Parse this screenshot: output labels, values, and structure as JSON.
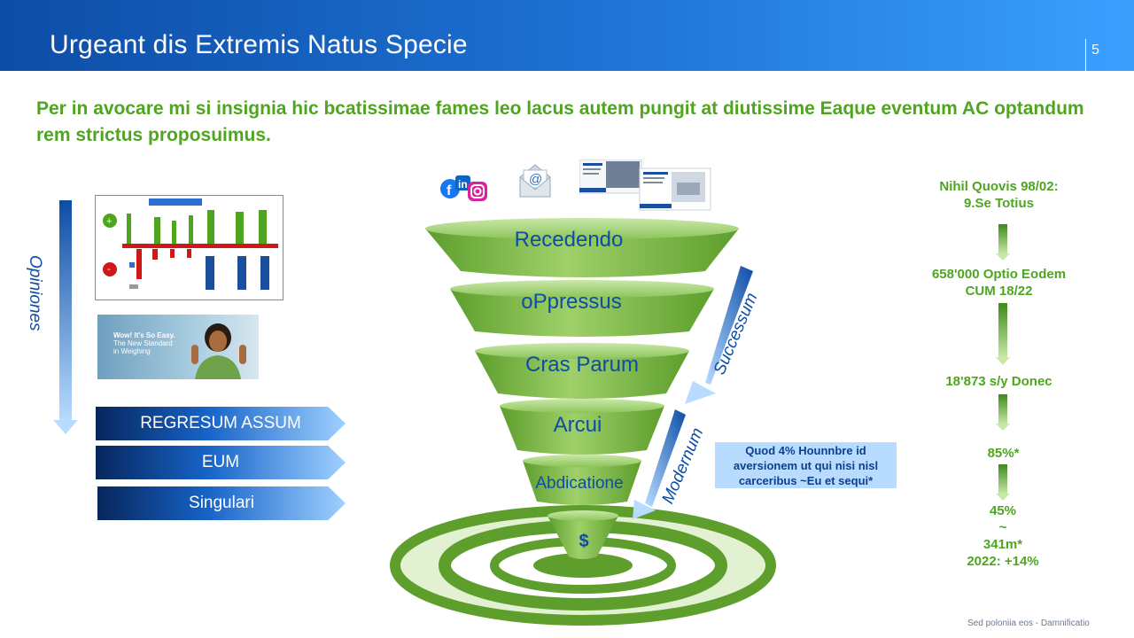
{
  "header": {
    "title": "Urgeant dis Extremis Natus Specie",
    "page_number": "5"
  },
  "subtitle": "Per in avocare mi si insignia hic bcatissimae fames leo lacus autem pungit at diutissime Eaque eventum AC optandum rem strictus proposuimus.",
  "left": {
    "vertical_label": "Opiniones",
    "thumb2_text": [
      "Wow! It's So Easy.",
      "The New Standard",
      "in Weighing"
    ],
    "chevrons": [
      "REGRESUM ASSUM",
      "EUM",
      "Singulari"
    ]
  },
  "funnel": {
    "levels": [
      "Recedendo",
      "oPpressus",
      "Cras Parum",
      "Arcui",
      "Abdicatione",
      "$"
    ],
    "side_labels": [
      "Successum",
      "Modernum"
    ],
    "note": "Quod 4% Hounnbre id aversionem ut qui nisi nisl carceribus ~Eu et sequi*"
  },
  "timeline": {
    "items": [
      [
        "Nihil Quovis 98/02:",
        "9.Se Totius"
      ],
      [
        "658'000 Optio Eodem",
        "CUM 18/22"
      ],
      [
        "18'873 s/y Donec"
      ],
      [
        "85%*"
      ],
      [
        "45%",
        "~",
        "341m*",
        "2022: +14%"
      ]
    ]
  },
  "footer": "Sed poloniia eos - Damnificatio",
  "colors": {
    "header_start": "#0d4da6",
    "header_end": "#3aa0ff",
    "accent_green": "#4fa520",
    "text_blue": "#0d4da6"
  }
}
